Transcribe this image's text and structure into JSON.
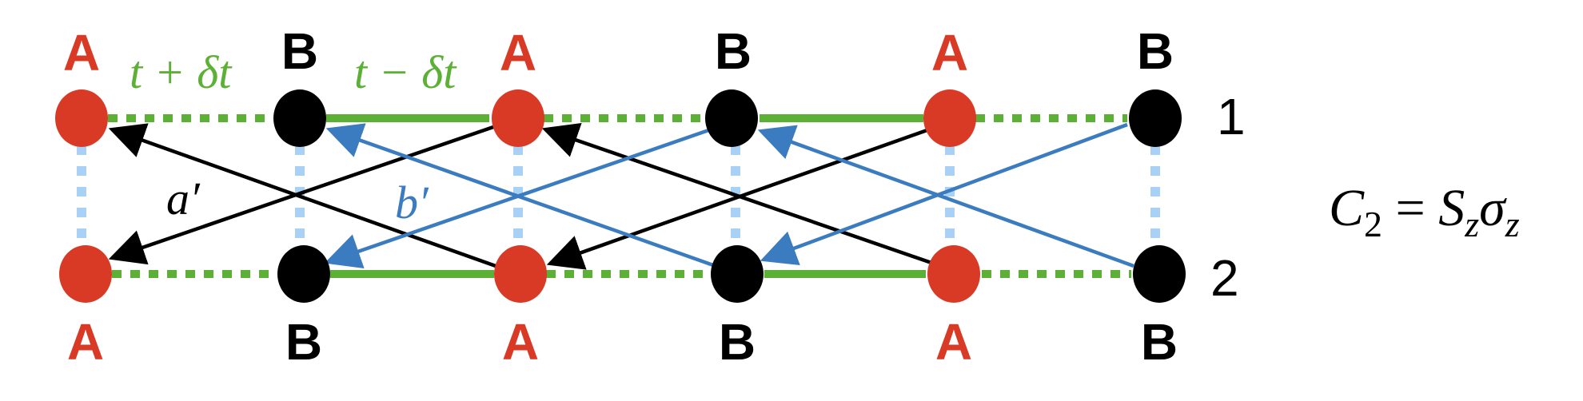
{
  "colors": {
    "site_a": "#d93a26",
    "site_b": "#000000",
    "hop_green": "#5cb036",
    "interchain": "#a9d1f5",
    "arrow_black": "#000000",
    "arrow_blue": "#3b7bbf"
  },
  "top_labels": [
    "A",
    "B",
    "A",
    "B",
    "A",
    "B"
  ],
  "bottom_labels": [
    "A",
    "B",
    "A",
    "B",
    "A",
    "B"
  ],
  "hop_labels": {
    "plus": "t + δt",
    "minus": "t − δt",
    "a_prime": "a′",
    "b_prime": "b′"
  },
  "row_labels": {
    "row1": "1",
    "row2": "2"
  },
  "formula": {
    "c": "C",
    "c_sub": "2",
    "eq": " = ",
    "s": "S",
    "s_sub": "z",
    "sigma": "σ",
    "sigma_sub": "z"
  }
}
